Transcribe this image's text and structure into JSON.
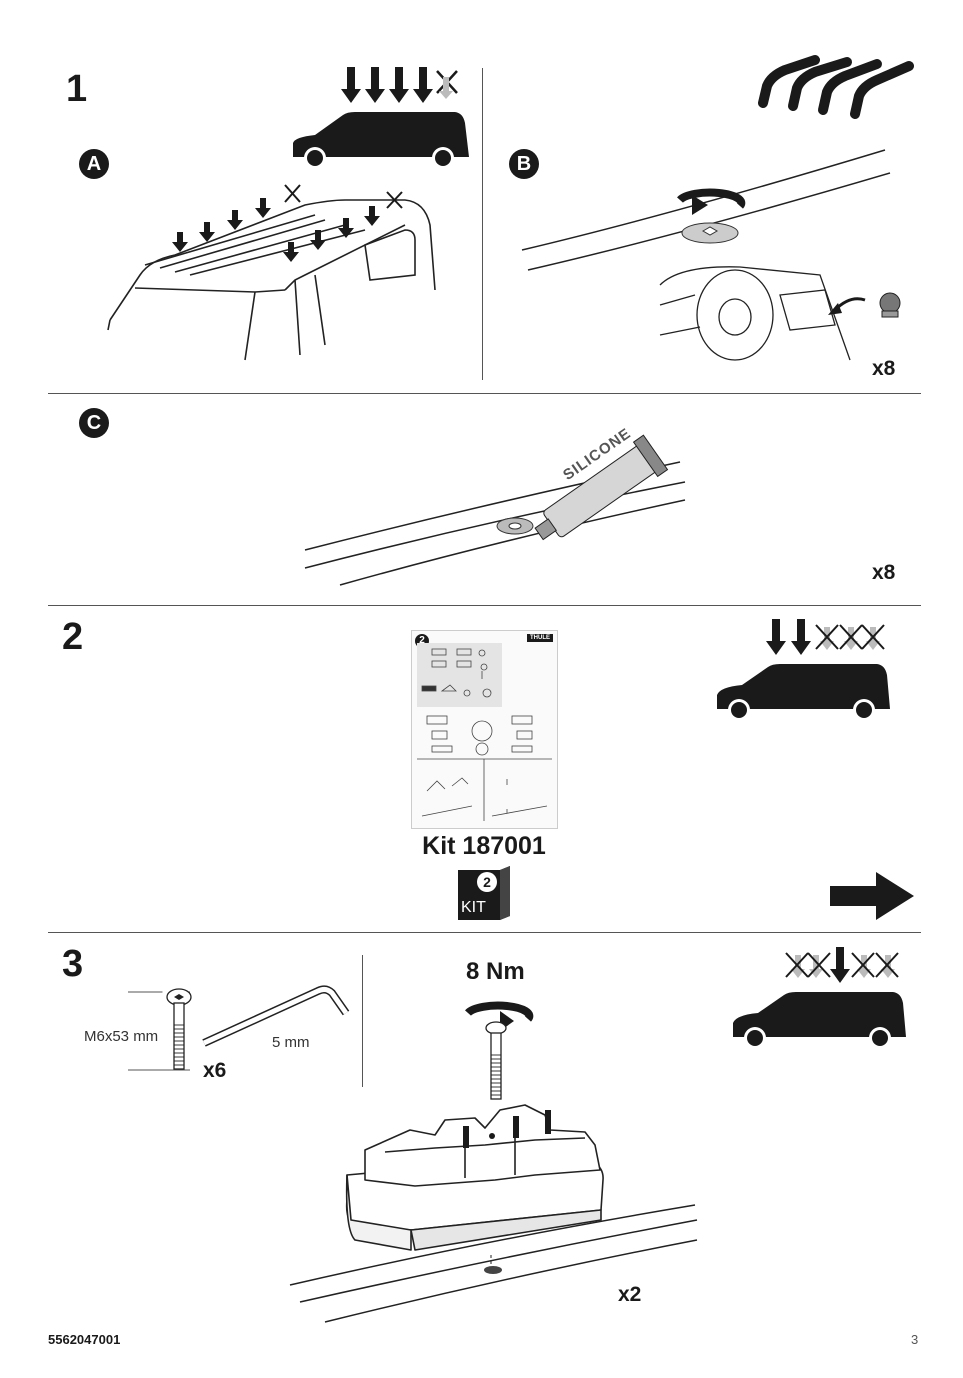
{
  "steps": {
    "s1": {
      "number": "1",
      "sub_a": "A",
      "sub_b": "B",
      "qty_b": "x8"
    },
    "s1c": {
      "sub_c": "C",
      "tube_text": "SILICONE",
      "qty_c": "x8"
    },
    "s2": {
      "number": "2",
      "kit_label": "Kit 187001",
      "kit_box_number": "2",
      "kit_box_text": "KIT",
      "sheet_badge": "2",
      "sheet_brand": "THULE"
    },
    "s3": {
      "number": "3",
      "torque": "8 Nm",
      "bolt_label": "M6x53 mm",
      "bolt_qty": "x6",
      "key_label": "5 mm",
      "qty": "x2"
    }
  },
  "footer": {
    "doc_number": "5562047001",
    "page_number": "3"
  }
}
